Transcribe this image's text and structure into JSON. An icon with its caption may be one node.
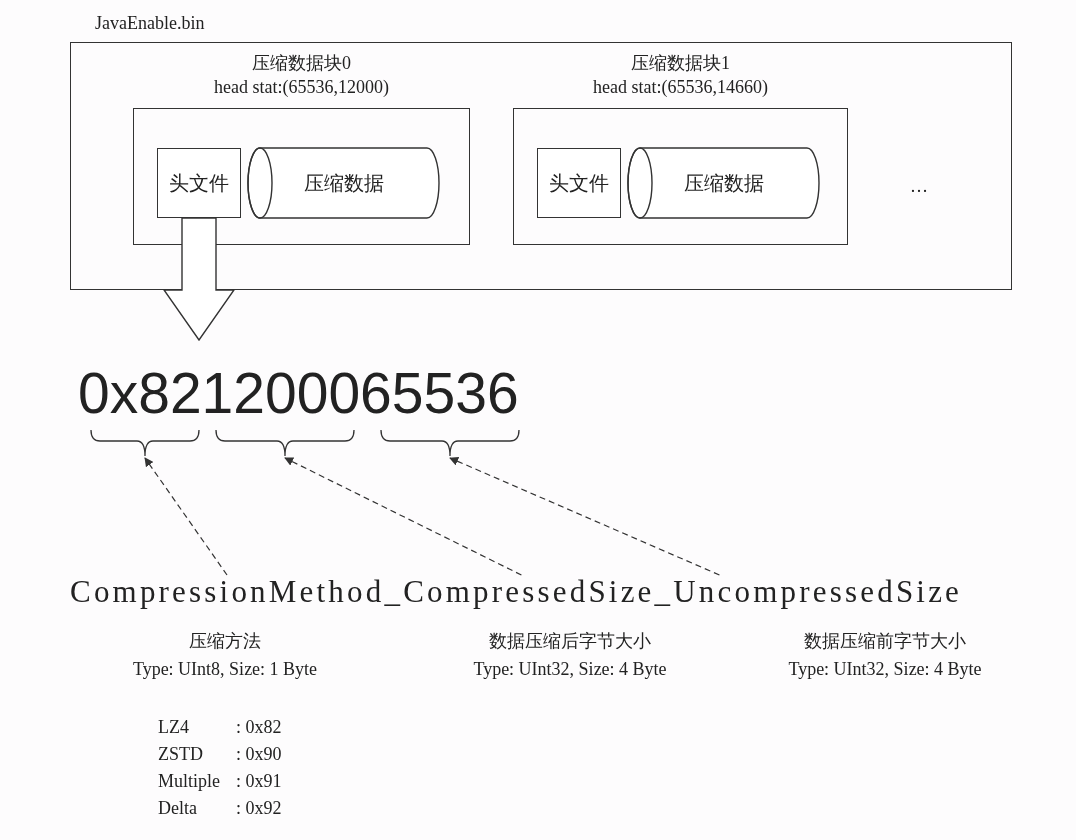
{
  "diagram": {
    "nodes": [
      {
        "text": [
          "JavaEnable.bin"
        ]
      },
      {
        "text": [
          "压缩数据块0",
          "head stat:(65536,12000)"
        ],
        "in": 0
      },
      {
        "text": [
          "头文件"
        ],
        "in": 1
      },
      {
        "text": [
          "压缩数据"
        ],
        "in": 1
      },
      {
        "text": [
          "压缩数据块1",
          "head stat:(65536,14660)"
        ],
        "in": 0
      },
      {
        "text": [
          "头文件"
        ],
        "in": 4
      },
      {
        "text": [
          "压缩数据"
        ],
        "in": 4
      },
      {
        "text": [
          "0x821200065536"
        ]
      },
      {
        "text": [],
        "shape": "brace"
      },
      {
        "text": [],
        "shape": "brace"
      },
      {
        "text": [],
        "shape": "brace"
      },
      {
        "text": [
          "CompressionMethod_CompressedSize_UncompressedSize"
        ]
      }
    ],
    "edges": [
      {
        "from": 2,
        "to": 7,
        "arrow": "to"
      },
      {
        "from": 11,
        "to": 8,
        "arrow": "to",
        "style": "dashed"
      },
      {
        "from": 11,
        "to": 9,
        "arrow": "to",
        "style": "dashed"
      },
      {
        "from": 11,
        "to": 10,
        "arrow": "to",
        "style": "dashed"
      }
    ],
    "labels": [
      "…",
      "压缩方法",
      "Type: UInt8, Size: 1 Byte",
      "数据压缩后字节大小",
      "Type: UInt32, Size: 4 Byte",
      "数据压缩前字节大小",
      "Type: UInt32, Size: 4 Byte",
      "LZ4",
      ": 0x82",
      "ZSTD",
      ": 0x90",
      "Multiple",
      ": 0x91",
      "Delta",
      ": 0x92"
    ]
  }
}
